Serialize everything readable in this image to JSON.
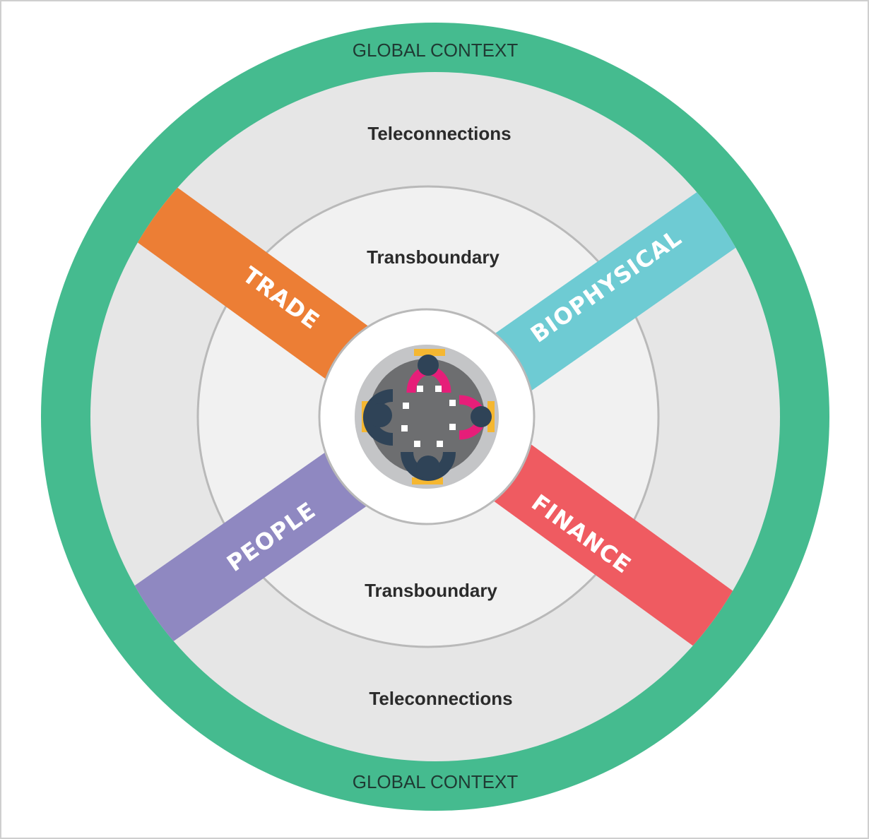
{
  "outer_ring": {
    "label_top": "GLOBAL CONTEXT",
    "label_bottom": "GLOBAL CONTEXT",
    "color": "#45bb8f"
  },
  "teleconnections": {
    "label_top": "Teleconnections",
    "label_bottom": "Teleconnections",
    "color": "#e6e6e6"
  },
  "transboundary": {
    "label_top": "Transboundary",
    "label_bottom": "Transboundary",
    "color": "#f1f1f1"
  },
  "bands": {
    "trade": {
      "label": "TRADE",
      "color": "#ec7e35"
    },
    "biophysical": {
      "label": "BIOPHYSICAL",
      "color": "#6ecbd3"
    },
    "people": {
      "label": "PEOPLE",
      "color": "#8f88c1"
    },
    "finance": {
      "label": "FINANCE",
      "color": "#ef5b61"
    }
  },
  "center": {
    "icon": "meeting-table-icon",
    "colors": {
      "table": "#6d6e70",
      "dark_person": "#2f4357",
      "pink_person": "#e61e79",
      "chair": "#f5b731"
    }
  }
}
